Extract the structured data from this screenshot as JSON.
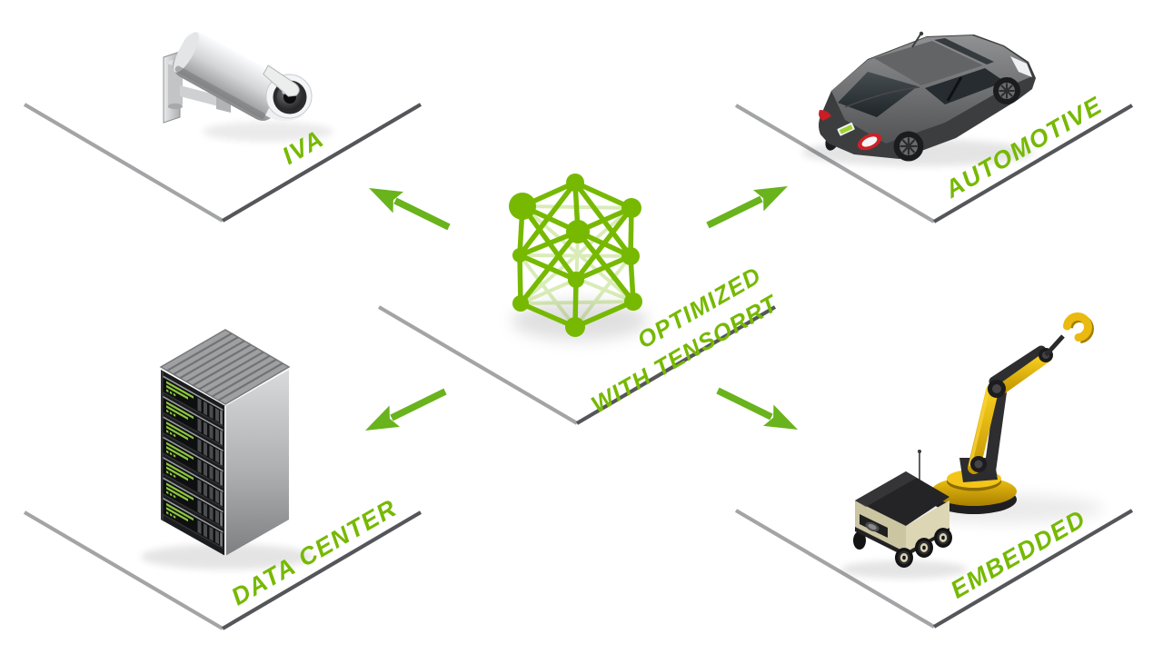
{
  "diagram": {
    "center": {
      "icon": "neural-network",
      "label_line1": "OPTIMIZED",
      "label_line2": "WITH TENSORRT"
    },
    "quadrants": [
      {
        "id": "iva",
        "label": "IVA",
        "object": "security-camera",
        "position": "top-left"
      },
      {
        "id": "automotive",
        "label": "AUTOMOTIVE",
        "object": "car",
        "position": "top-right"
      },
      {
        "id": "data-center",
        "label": "DATA CENTER",
        "object": "server-rack",
        "position": "bottom-left"
      },
      {
        "id": "embedded",
        "label": "EMBEDDED",
        "object": "robot-arm-and-delivery-robot",
        "position": "bottom-right"
      }
    ],
    "arrows": [
      {
        "direction": "up-left",
        "target": "iva"
      },
      {
        "direction": "up-right",
        "target": "automotive"
      },
      {
        "direction": "down-left",
        "target": "data-center"
      },
      {
        "direction": "down-right",
        "target": "embedded"
      }
    ],
    "colors": {
      "accent_green": "#76b900",
      "arrow_green": "#69b31d",
      "platform_light_gray": "#a3a4a6",
      "platform_dark_gray": "#55565a",
      "background": "#ffffff"
    }
  }
}
